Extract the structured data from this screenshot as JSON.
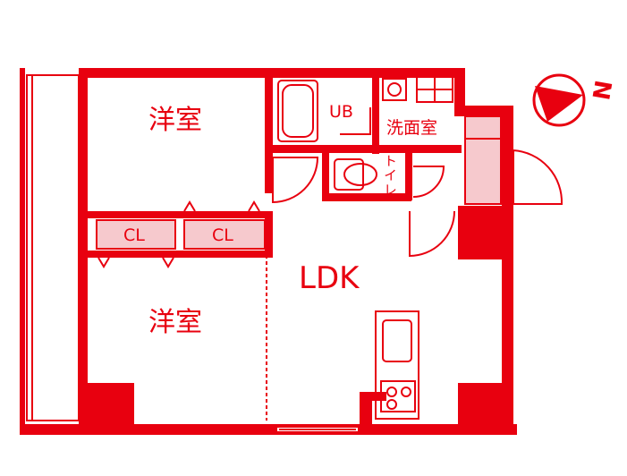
{
  "rooms": {
    "bedroom_north": "洋室",
    "bedroom_south": "洋室",
    "ldk": "LDK",
    "closet_left": "CL",
    "closet_right": "CL",
    "unit_bath": "UB",
    "washroom": "洗面室",
    "toilet": "トイレ"
  },
  "compass": {
    "label": "N",
    "icon": "north-arrow-icon"
  },
  "colors": {
    "wall": "#e8000f",
    "fill_light": "#f6c9cd",
    "background": "#ffffff"
  }
}
